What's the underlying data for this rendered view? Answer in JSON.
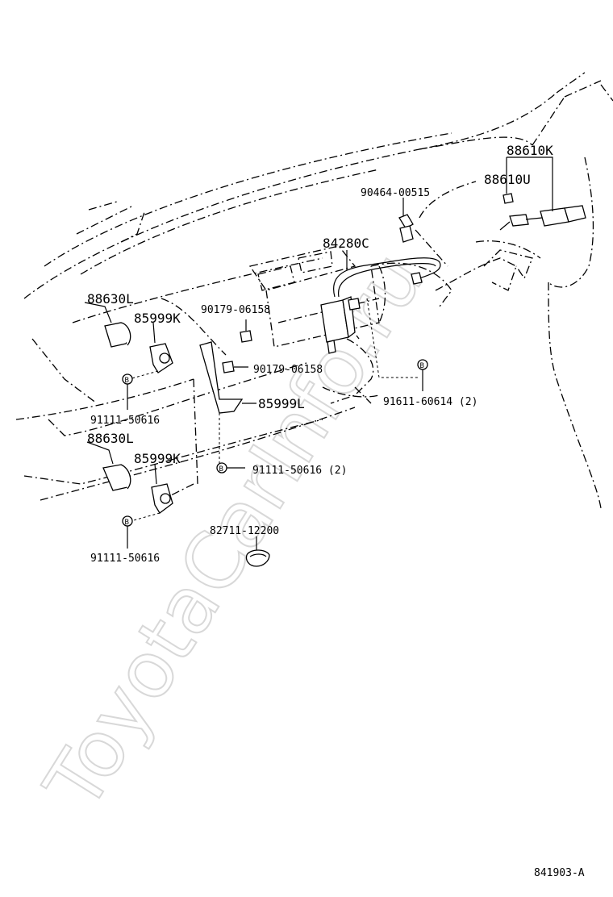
{
  "watermark": "ToyotaCarInfo.ru",
  "diagram_code": "841903-A",
  "labels": {
    "p88610K": "88610K",
    "p88610U": "88610U",
    "p90464": "90464-00515",
    "p84280C": "84280C",
    "p88630L_a": "88630L",
    "p85999K_a": "85999K",
    "p90179_a": "90179-06158",
    "p90179_b": "90179-06158",
    "p91611": "91611-60614 (2)",
    "p91111_a": "91111-50616",
    "p85999L": "85999L",
    "p88630L_b": "88630L",
    "p85999K_b": "85999K",
    "p91111_b": "91111-50616 (2)",
    "p82711": "82711-12200",
    "p91111_c": "91111-50616"
  },
  "bolt_symbol": "B"
}
